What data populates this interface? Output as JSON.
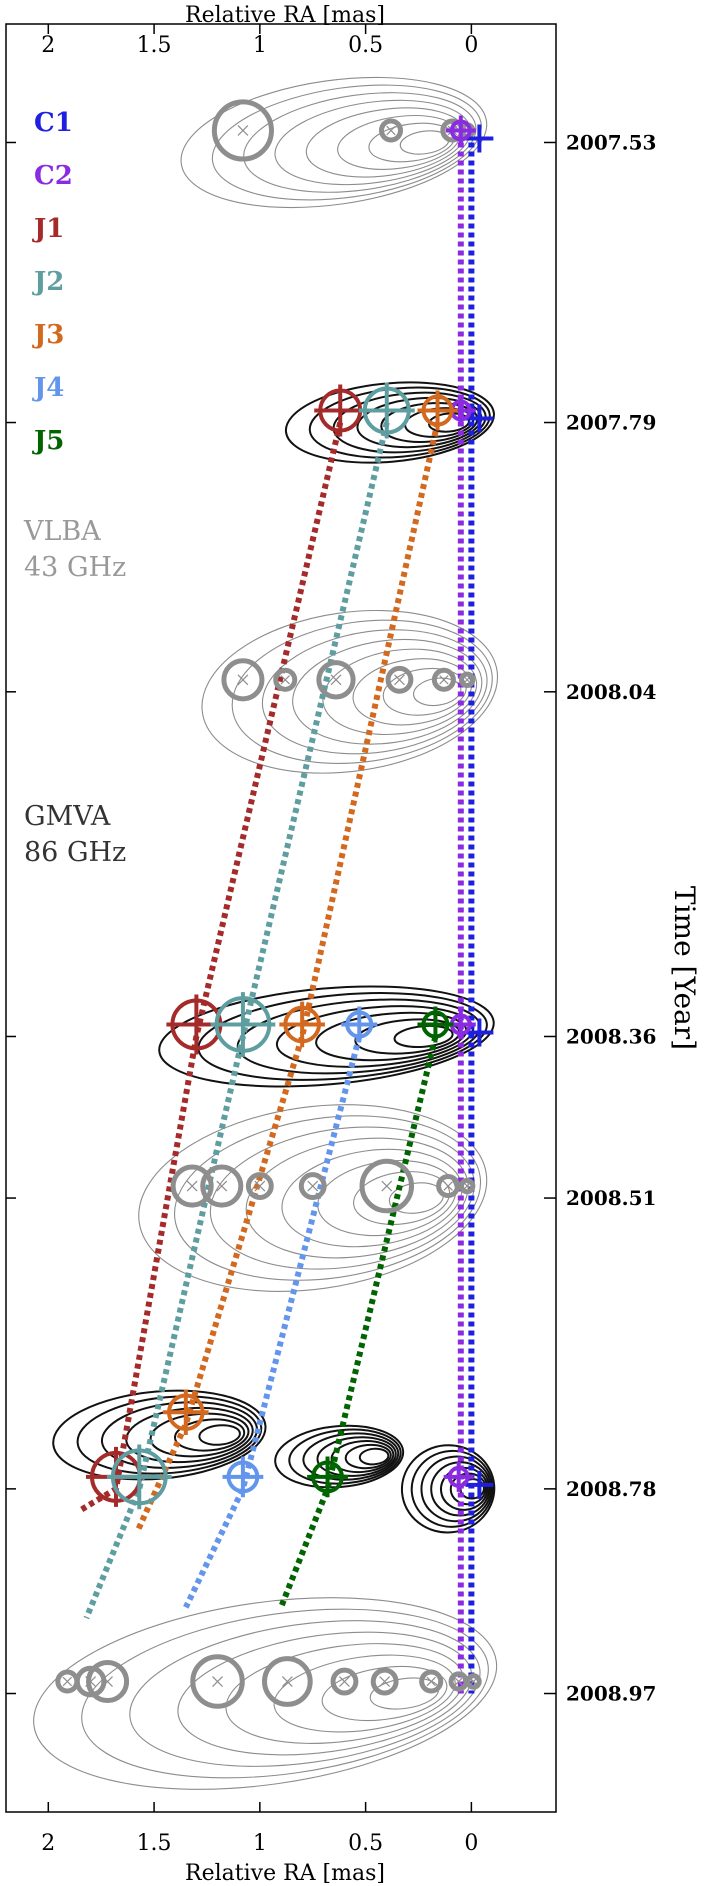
{
  "chart_data": {
    "type": "scatter",
    "title": "",
    "xlabel_top": "Relative RA [mas]",
    "xlabel_bottom": "Relative RA [mas]",
    "ylabel": "Time [Year]",
    "x_ticks": [
      "2",
      "1.5",
      "1",
      "0.5",
      "0"
    ],
    "x_tick_values": [
      2,
      1.5,
      1,
      0.5,
      0
    ],
    "xlim": [
      2.2,
      -0.4
    ],
    "epochs": [
      "2007.53",
      "2007.79",
      "2008.04",
      "2008.36",
      "2008.51",
      "2008.78",
      "2008.97"
    ],
    "epoch_values": [
      2007.53,
      2007.79,
      2008.04,
      2008.36,
      2008.51,
      2008.78,
      2008.97
    ],
    "ylim": [
      2007.42,
      2009.08
    ],
    "grid": false,
    "legend_position": "left",
    "legend": [
      {
        "name": "C1",
        "color": "#1f1fe0"
      },
      {
        "name": "C2",
        "color": "#8a2be2"
      },
      {
        "name": "J1",
        "color": "#a52a2a"
      },
      {
        "name": "J2",
        "color": "#5f9ea0"
      },
      {
        "name": "J3",
        "color": "#d2691e"
      },
      {
        "name": "J4",
        "color": "#6495ed"
      },
      {
        "name": "J5",
        "color": "#006400"
      }
    ],
    "annotations": [
      {
        "lines": [
          "VLBA",
          "43 GHz"
        ],
        "color": "#999999"
      },
      {
        "lines": [
          "GMVA",
          "86 GHz"
        ],
        "color": "#333333"
      }
    ],
    "series": [
      {
        "name": "C1",
        "x": [
          0.0,
          0.0,
          0.0,
          0.0
        ],
        "y": [
          2007.53,
          2007.79,
          2008.36,
          2008.78
        ]
      },
      {
        "name": "C2",
        "x": [
          0.05,
          0.05,
          0.05,
          0.06
        ],
        "y": [
          2007.53,
          2007.79,
          2008.36,
          2008.78
        ]
      },
      {
        "name": "J1",
        "x": [
          0.62,
          1.3,
          1.68,
          1.85
        ],
        "y": [
          2007.79,
          2008.36,
          2008.78,
          2008.8
        ]
      },
      {
        "name": "J2",
        "x": [
          0.4,
          1.08,
          1.57,
          1.82
        ],
        "y": [
          2007.79,
          2008.36,
          2008.78,
          2008.9
        ]
      },
      {
        "name": "J3",
        "x": [
          0.16,
          0.8,
          1.35,
          1.58
        ],
        "y": [
          2007.79,
          2008.36,
          2008.72,
          2008.82
        ]
      },
      {
        "name": "J4",
        "x": [
          0.53,
          1.08,
          1.35
        ],
        "y": [
          2008.36,
          2008.78,
          2008.89
        ]
      },
      {
        "name": "J5",
        "x": [
          0.17,
          0.68,
          0.9
        ],
        "y": [
          2008.36,
          2008.78,
          2008.89
        ]
      }
    ],
    "vlba_components": [
      {
        "epoch": 2007.53,
        "x": [
          1.08,
          0.38,
          0.09,
          0.02
        ],
        "size": [
          0.15,
          0.05,
          0.05,
          0.03
        ]
      },
      {
        "epoch": 2008.04,
        "x": [
          1.08,
          0.88,
          0.64,
          0.34,
          0.13,
          0.02
        ],
        "size": [
          0.1,
          0.05,
          0.09,
          0.06,
          0.05,
          0.03
        ]
      },
      {
        "epoch": 2008.51,
        "x": [
          1.32,
          1.18,
          1.0,
          0.75,
          0.4,
          0.11,
          0.02
        ],
        "size": [
          0.1,
          0.1,
          0.06,
          0.06,
          0.13,
          0.05,
          0.03
        ]
      },
      {
        "epoch": 2008.97,
        "x": [
          1.91,
          1.8,
          1.72,
          1.2,
          0.87,
          0.6,
          0.41,
          0.19,
          0.06,
          -0.01
        ],
        "size": [
          0.05,
          0.07,
          0.1,
          0.13,
          0.12,
          0.06,
          0.06,
          0.05,
          0.04,
          0.03
        ]
      }
    ]
  }
}
